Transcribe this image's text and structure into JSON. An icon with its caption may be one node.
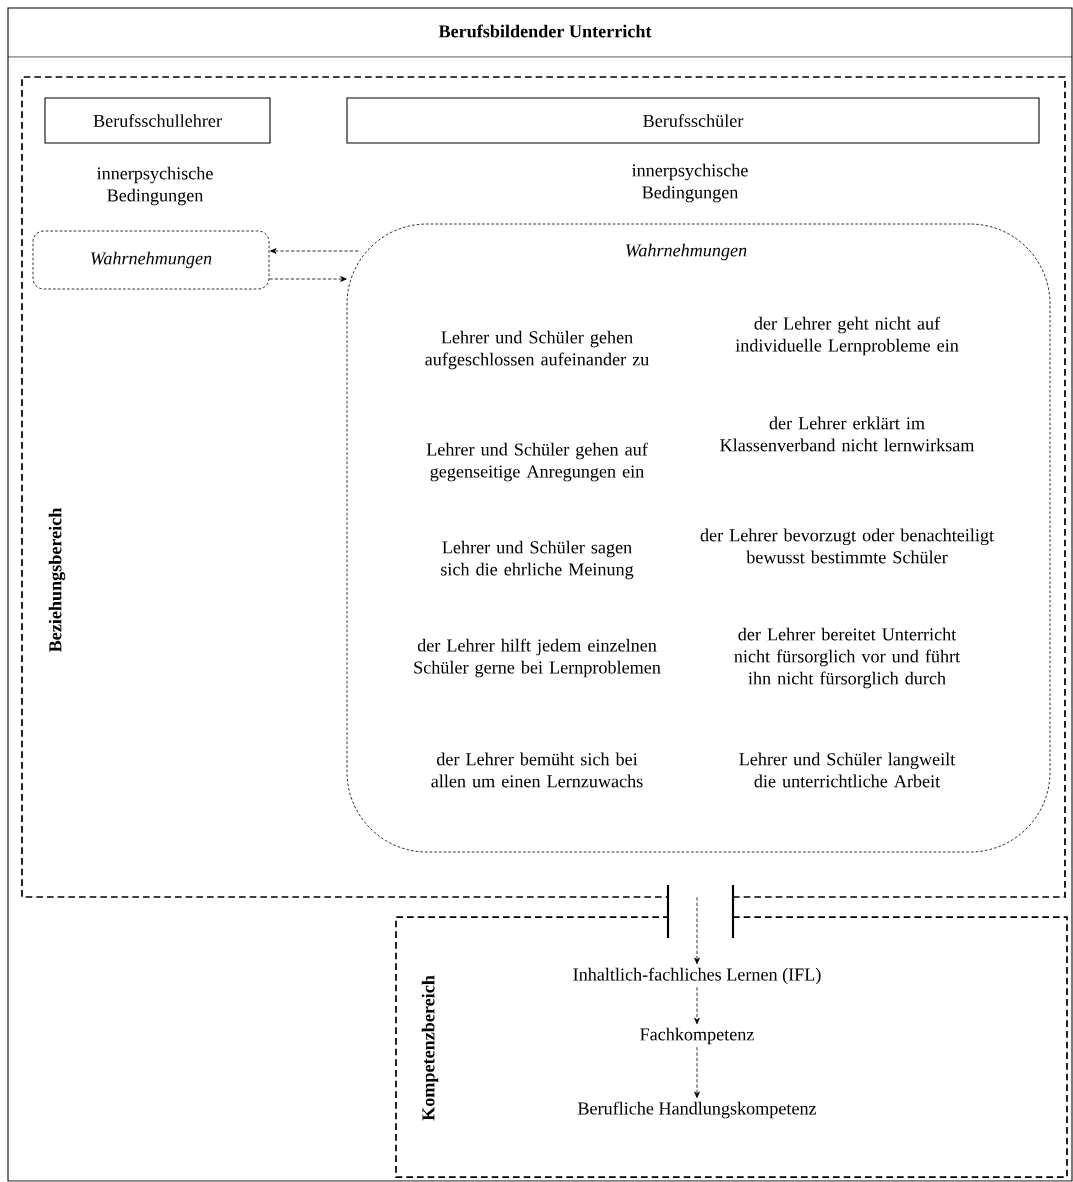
{
  "diagram": {
    "title": "Berufsbildender Unterricht",
    "nodes": [
      {
        "text": [
          "Beziehungsbereich"
        ]
      },
      {
        "text": [
          "Berufsschullehrer"
        ],
        "in": 0
      },
      {
        "text": [
          "Berufsschüler"
        ],
        "in": 0
      },
      {
        "text": [
          "Wahrnehmungen"
        ],
        "in": 0
      },
      {
        "text": [
          "Wahrnehmungen",
          "Lehrer und Schüler gehen aufgeschlossen aufeinander zu",
          "der Lehrer geht nicht auf individuelle Lernprobleme ein",
          "Lehrer und Schüler gehen auf gegenseitige Anregungen ein",
          "der Lehrer erklärt im Klassenverband nicht lernwirksam",
          "Lehrer und Schüler sagen sich die ehrliche Meinung",
          "der Lehrer bevorzugt oder benachteiligt bewusst bestimmte Schüler",
          "der Lehrer hilft jedem einzelnen Schüler gerne bei Lernproblemen",
          "der Lehrer bereitet Unterricht nicht fürsorglich vor und führt ihn nicht fürsorglich durch",
          "der Lehrer bemüht sich bei allen um einen Lernzuwachs",
          "Lehrer und Schüler langweilt die unterrichtliche Arbeit"
        ],
        "in": 0
      },
      {
        "text": [
          "Kompetenzbereich"
        ]
      },
      {
        "text": [
          "Inhaltlich-fachliches Lernen (IFL)"
        ],
        "in": 5
      },
      {
        "text": [
          "Fachkompetenz"
        ],
        "in": 5
      },
      {
        "text": [
          "Berufliche Handlungskompetenz"
        ],
        "in": 5
      }
    ],
    "edges": [
      {
        "from": 4,
        "to": 3,
        "arrow": "to",
        "style": "dashed"
      },
      {
        "from": 3,
        "to": 4,
        "arrow": "to",
        "style": "dashed"
      },
      {
        "from": 0,
        "to": 6,
        "arrow": "to",
        "style": "dashed"
      },
      {
        "from": 6,
        "to": 7,
        "arrow": "to",
        "style": "dashed"
      },
      {
        "from": 7,
        "to": 8,
        "arrow": "to",
        "style": "dashed"
      }
    ],
    "labels": [
      "innerpsychische Bedingungen",
      "innerpsychische Bedingungen"
    ]
  }
}
